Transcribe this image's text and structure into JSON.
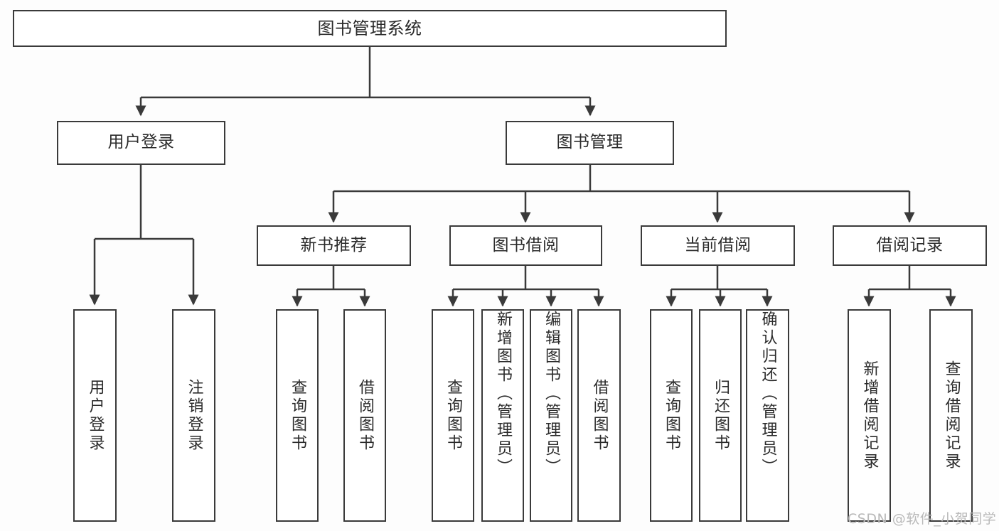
{
  "diagram": {
    "title": "图书管理系统",
    "type": "tree",
    "watermark": "CSDN @软件_小贺同学",
    "colors": {
      "stroke": "#3a3a3a",
      "fill": "#ffffff",
      "background": "#fdfdfd",
      "watermark": "#b9b9b9"
    },
    "levels": {
      "root": {
        "label": "图书管理系统"
      },
      "level2": [
        {
          "label": "用户登录"
        },
        {
          "label": "图书管理"
        }
      ],
      "level3": [
        {
          "label": "新书推荐"
        },
        {
          "label": "图书借阅"
        },
        {
          "label": "当前借阅"
        },
        {
          "label": "借阅记录"
        }
      ],
      "leaves": [
        {
          "label": "用户登录",
          "parent": "用户登录"
        },
        {
          "label": "注销登录",
          "parent": "用户登录"
        },
        {
          "label": "查询图书",
          "parent": "新书推荐"
        },
        {
          "label": "借阅图书",
          "parent": "新书推荐"
        },
        {
          "label": "查询图书",
          "parent": "图书借阅"
        },
        {
          "label": "新增图书（管理员）",
          "parent": "图书借阅"
        },
        {
          "label": "编辑图书（管理员）",
          "parent": "图书借阅"
        },
        {
          "label": "借阅图书",
          "parent": "图书借阅"
        },
        {
          "label": "查询图书",
          "parent": "当前借阅"
        },
        {
          "label": "归还图书",
          "parent": "当前借阅"
        },
        {
          "label": "确认归还（管理员）",
          "parent": "当前借阅"
        },
        {
          "label": "新增借阅记录",
          "parent": "借阅记录"
        },
        {
          "label": "查询借阅记录",
          "parent": "借阅记录"
        }
      ]
    }
  }
}
